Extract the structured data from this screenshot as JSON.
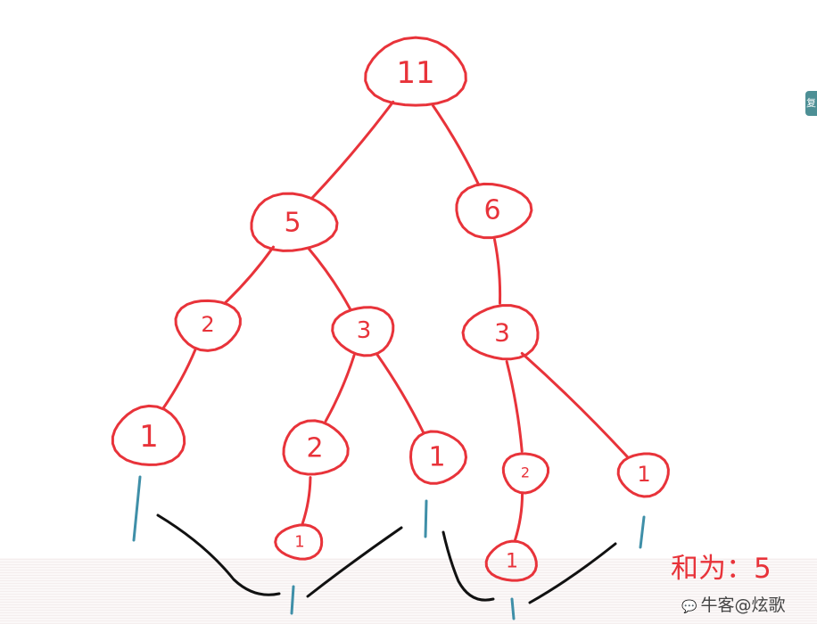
{
  "diagram": {
    "nodes": [
      {
        "id": "n11",
        "label": "11"
      },
      {
        "id": "n5",
        "label": "5"
      },
      {
        "id": "n6",
        "label": "6"
      },
      {
        "id": "n2a",
        "label": "2"
      },
      {
        "id": "n3a",
        "label": "3"
      },
      {
        "id": "n3b",
        "label": "3"
      },
      {
        "id": "n1a",
        "label": "1"
      },
      {
        "id": "n2b",
        "label": "2"
      },
      {
        "id": "n1b",
        "label": "1"
      },
      {
        "id": "n2c",
        "label": "2"
      },
      {
        "id": "n1c",
        "label": "1"
      },
      {
        "id": "n1d",
        "label": "1"
      },
      {
        "id": "n1e",
        "label": "1"
      }
    ],
    "edges": [
      [
        "n11",
        "n5"
      ],
      [
        "n11",
        "n6"
      ],
      [
        "n5",
        "n2a"
      ],
      [
        "n5",
        "n3a"
      ],
      [
        "n6",
        "n3b"
      ],
      [
        "n2a",
        "n1a"
      ],
      [
        "n3a",
        "n2b"
      ],
      [
        "n3a",
        "n1b"
      ],
      [
        "n2b",
        "n1d"
      ],
      [
        "n3b",
        "n2c"
      ],
      [
        "n3b",
        "n1c"
      ],
      [
        "n2c",
        "n1e"
      ]
    ],
    "colors": {
      "node": "#e8333a",
      "marker": "#3f8fa8",
      "bracket": "#111111"
    }
  },
  "sum_label": "和为：5",
  "watermark": {
    "icon": "chat-bubble-icon",
    "text": "牛客@炫歌"
  },
  "side_tab": {
    "text": "复"
  }
}
